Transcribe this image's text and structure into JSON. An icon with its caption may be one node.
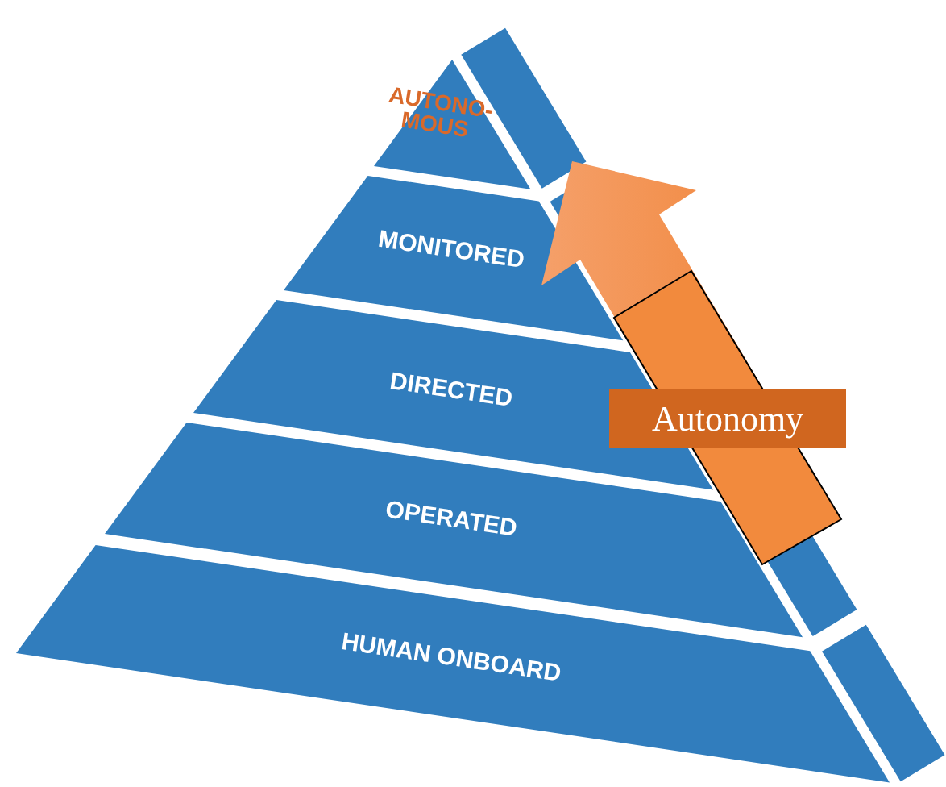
{
  "diagram": {
    "nodes": [
      {
        "text": [
          "AUTONO- MOUS"
        ]
      },
      {
        "text": [
          "MONITORED"
        ]
      },
      {
        "text": [
          "DIRECTED"
        ]
      },
      {
        "text": [
          "OPERATED"
        ]
      },
      {
        "text": [
          "HUMAN ONBOARD"
        ]
      }
    ],
    "labels": [
      "Autonomy"
    ]
  }
}
